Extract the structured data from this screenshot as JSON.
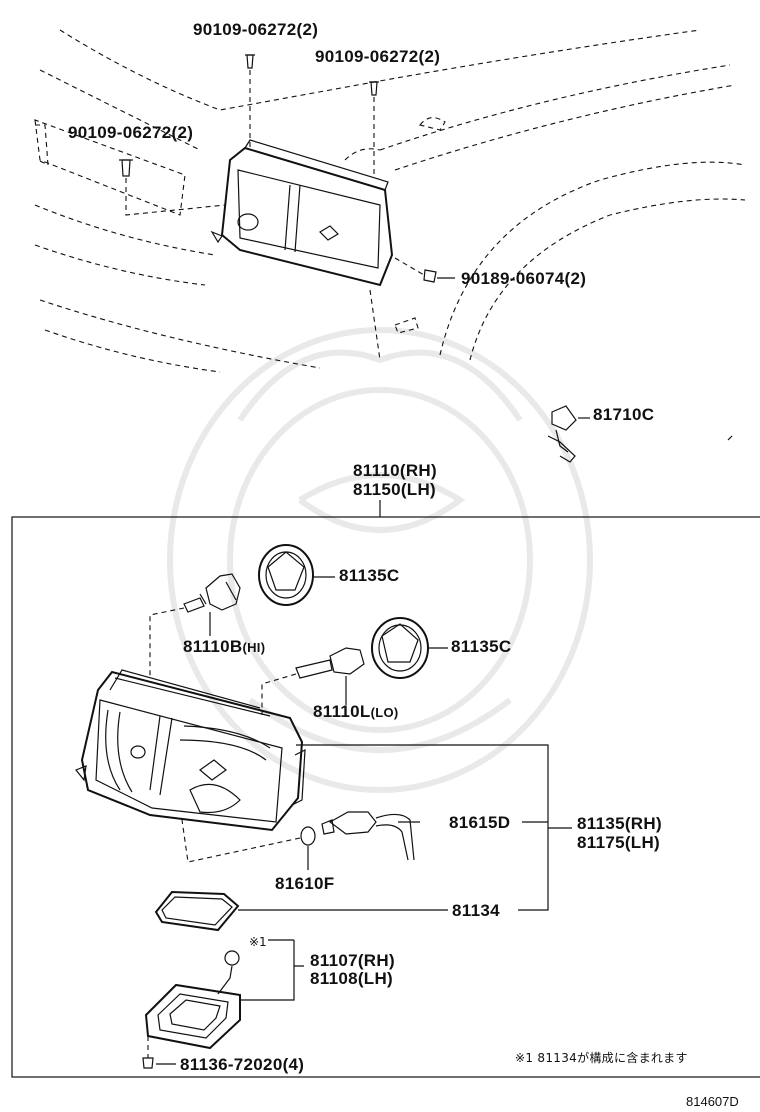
{
  "labels": {
    "bolt_a": "90109-06272(2)",
    "bolt_b": "90109-06272(2)",
    "bolt_c": "90109-06272(2)",
    "clip": "90189-06074(2)",
    "socket_81710": "81710C",
    "headlamp_rh": "81110(RH)",
    "headlamp_lh": "81150(LH)",
    "cap_upper": "81135C",
    "cap_lower": "81135C",
    "bulb_hi_part": "81110B",
    "bulb_hi_suffix": "(HI)",
    "bulb_lo_part": "81110L",
    "bulb_lo_suffix": "(LO)",
    "socket_81615": "81615D",
    "bulb_81610": "81610F",
    "gasket": "81134",
    "unit_rh": "81135(RH)",
    "unit_lh": "81175(LH)",
    "ballast_rh": "81107(RH)",
    "ballast_lh": "81108(LH)",
    "ballast_note_mark": "※1",
    "screw": "81136-72020(4)",
    "footnote": "※1 81134が構成に含まれます",
    "diagram_id": "814607D"
  }
}
